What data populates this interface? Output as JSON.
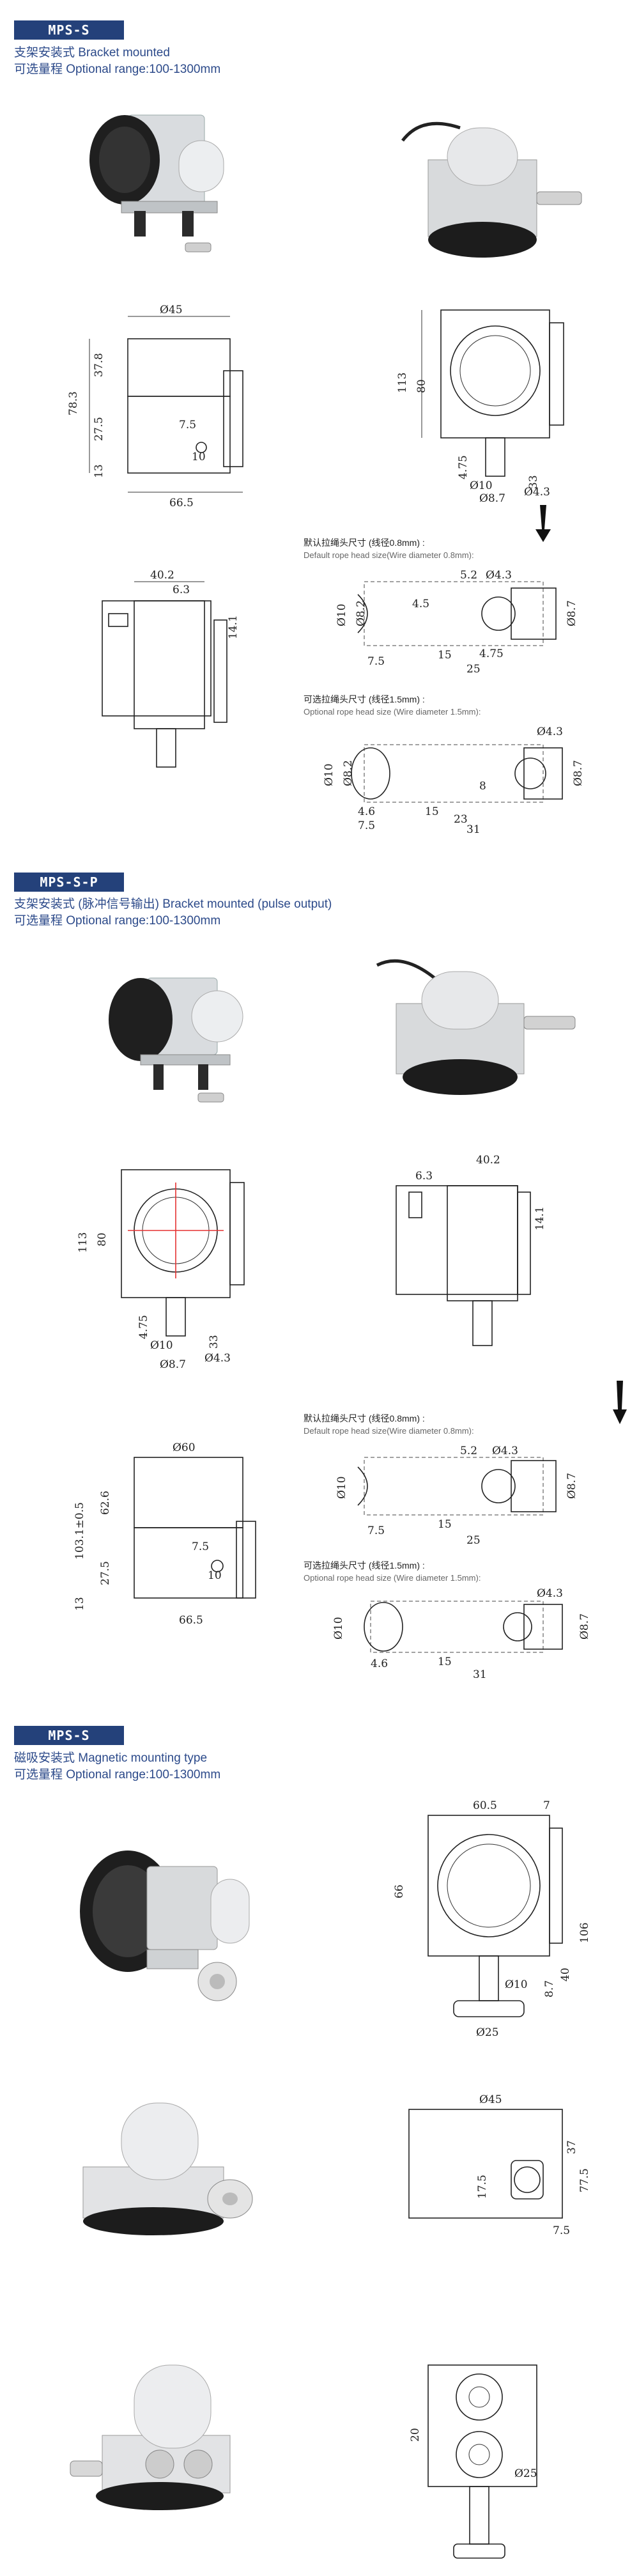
{
  "sections": [
    {
      "tag": "MPS-S",
      "line1": "支架安装式 Bracket mounted",
      "line2": "可选量程 Optional range:100-1300mm"
    },
    {
      "tag": "MPS-S-P",
      "line1": "支架安装式 (脉冲信号输出) Bracket mounted (pulse output)",
      "line2": "可选量程 Optional range:100-1300mm"
    },
    {
      "tag": "MPS-S",
      "line1": "磁吸安装式 Magnetic mounting type",
      "line2": "可选量程 Optional range:100-1300mm"
    }
  ],
  "rope_notes": {
    "default_cn": "默认拉绳头尺寸 (线径0.8mm) :",
    "default_en": "Default rope head size(Wire diameter 0.8mm):",
    "optional_cn": "可选拉绳头尺寸 (线径1.5mm) :",
    "optional_en": "Optional rope head size (Wire diameter 1.5mm):"
  },
  "dims": {
    "s1_front": {
      "d45": "Ø45",
      "d78": "78.3",
      "d37": "37.8",
      "d27": "27.5",
      "d13": "13",
      "d7": "7.5",
      "d10": "10",
      "d66": "66.5"
    },
    "s1_side": {
      "d113": "113",
      "d80": "80",
      "d475": "4.75",
      "d10": "Ø10",
      "d33": "33",
      "d87": "Ø8.7",
      "d43": "Ø4.3"
    },
    "s1_top": {
      "d40": "40.2",
      "d63": "6.3",
      "d141": "14.1"
    },
    "rope1": {
      "d43": "Ø4.3",
      "d52": "5.2",
      "d10": "Ø10",
      "d82": "Ø8.2",
      "d87": "Ø8.7",
      "d75": "7.5",
      "d15": "15",
      "d475": "4.75",
      "d25": "25",
      "d45": "4.5"
    },
    "rope2": {
      "d43": "Ø4.3",
      "d10": "Ø10",
      "d82": "Ø8.2",
      "d87": "Ø8.7",
      "d46": "4.6",
      "d75": "7.5",
      "d15": "15",
      "d23": "23",
      "d31": "31",
      "d8": "8"
    },
    "s2_side": {
      "d113": "113",
      "d80": "80",
      "d475": "4.75",
      "d10": "Ø10",
      "d33": "33",
      "d87": "Ø8.7",
      "d43": "Ø4.3"
    },
    "s2_top": {
      "d40": "40.2",
      "d63": "6.3",
      "d141": "14.1"
    },
    "s2_front": {
      "d60": "Ø60",
      "d103": "103.1±0.5",
      "d62": "62.6",
      "d27": "27.5",
      "d13": "13",
      "d7": "7.5",
      "d10": "10",
      "d66": "66.5"
    },
    "s3_front": {
      "d605": "60.5",
      "d7": "7",
      "d66": "66",
      "d106": "106",
      "d40": "40",
      "d10": "Ø10",
      "d87": "8.7",
      "d25": "Ø25"
    },
    "s3_mid": {
      "d45": "Ø45",
      "d37": "37",
      "d77": "77.5",
      "d175": "17.5",
      "d75": "7.5"
    },
    "s3_bottom": {
      "d20": "20",
      "d25": "Ø25"
    }
  },
  "colors": {
    "tag_bg": "#24417a",
    "text_blue": "#2c4a8a",
    "crosshair_red": "#e53030"
  }
}
